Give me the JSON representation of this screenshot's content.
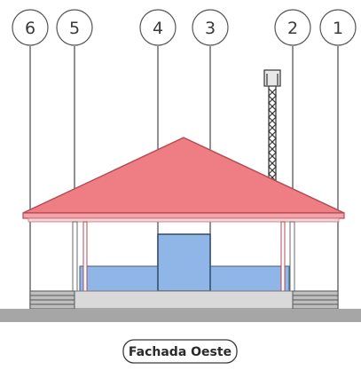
{
  "drawing": {
    "grid_markers": [
      {
        "id": "6",
        "label": "6"
      },
      {
        "id": "5",
        "label": "5"
      },
      {
        "id": "4",
        "label": "4"
      },
      {
        "id": "3",
        "label": "3"
      },
      {
        "id": "2",
        "label": "2"
      },
      {
        "id": "1",
        "label": "1"
      }
    ],
    "caption": "Fachada Oeste",
    "colors": {
      "roof_fill": "#ee7d84",
      "roof_stroke": "#b24b52",
      "roof_fascia": "#f4a3a8",
      "glass": "#8fb6e6",
      "glass_stroke": "#3f5f80",
      "frame": "#6b6b6b",
      "base": "#d9d9d9",
      "stair": "#bfbfbf",
      "ground": "#a6a6a6",
      "line": "#555555"
    }
  }
}
